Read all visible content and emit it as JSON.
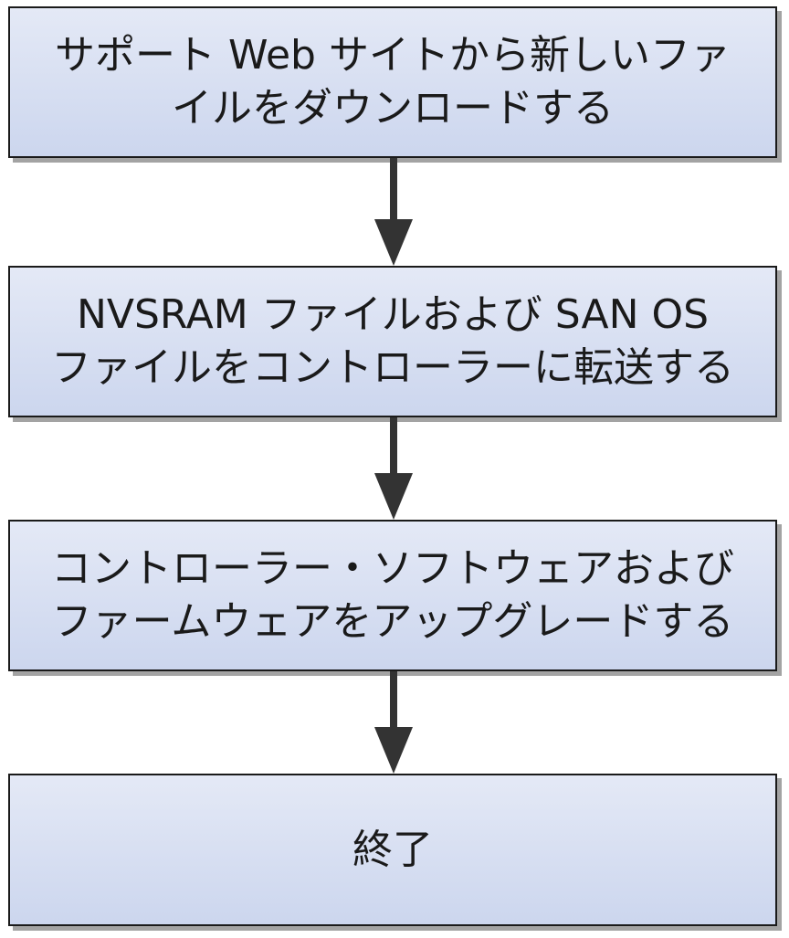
{
  "colors": {
    "box_fill_top": "#e4e9f6",
    "box_fill_bottom": "#ccd6ee",
    "border": "#1a1a1a",
    "shadow": "#a3a3a3",
    "arrow": "#333333"
  },
  "steps": [
    {
      "lines": [
        "サポート Web サイトから新しいファ",
        "イルをダウンロードする"
      ]
    },
    {
      "lines": [
        "NVSRAM ファイルおよび SAN OS",
        "ファイルをコントローラーに転送する"
      ]
    },
    {
      "lines": [
        "コントローラー・ソフトウェアおよび",
        "ファームウェアをアップグレードする"
      ]
    },
    {
      "lines": [
        "終了"
      ]
    }
  ]
}
